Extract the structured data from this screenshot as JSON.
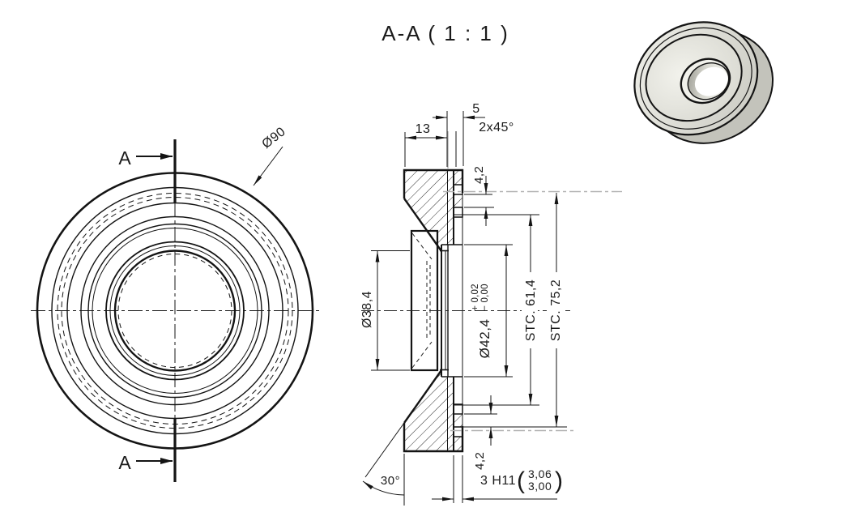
{
  "title": "A-A ( 1 : 1 )",
  "front_view": {
    "section_arrow_top": "A",
    "section_arrow_bottom": "A",
    "outer_diameter": "Ø90"
  },
  "section_view": {
    "width_total": "13",
    "flange_width": "5",
    "chamfer": "2x45°",
    "groove_depth_top": "4,2",
    "groove_depth_bottom": "4,2",
    "bore_diameter": "Ø38,4",
    "counterbore_diameter": "Ø42,4",
    "counterbore_tol_plus": "+ 0,02",
    "counterbore_tol_minus": "− 0,00",
    "stc_inner": "STC. 61,4",
    "stc_outer": "STC. 75,2",
    "cone_angle": "30°",
    "groove_width": "3 H11",
    "groove_width_max": "3,06",
    "groove_width_min": "3,00",
    "paren_open": "(",
    "paren_close": ")"
  },
  "colors": {
    "line": "#141414",
    "highlight": "#b2b2b2",
    "body_light": "#ebebe5",
    "body_mid": "#d8d8d0",
    "body_dark": "#bdbdb5"
  }
}
